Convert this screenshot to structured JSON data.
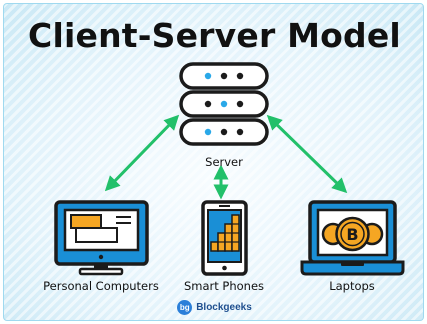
{
  "title": "Client-Server Model",
  "nodes": {
    "server": {
      "label": "Server"
    },
    "pc": {
      "label": "Personal Computers"
    },
    "phone": {
      "label": "Smart Phones"
    },
    "laptop": {
      "label": "Laptops",
      "coin_symbol": "B"
    }
  },
  "edges": [
    {
      "from": "server",
      "to": "pc",
      "direction": "both"
    },
    {
      "from": "server",
      "to": "phone",
      "direction": "both"
    },
    {
      "from": "server",
      "to": "laptop",
      "direction": "both"
    }
  ],
  "brand": {
    "name": "Blockgeeks"
  },
  "colors": {
    "arrow": "#22c06a",
    "device": "#1a8fd6",
    "outline": "#1b1b1b",
    "accent": "#f5a623",
    "server_dot_blue": "#29a8e8"
  }
}
